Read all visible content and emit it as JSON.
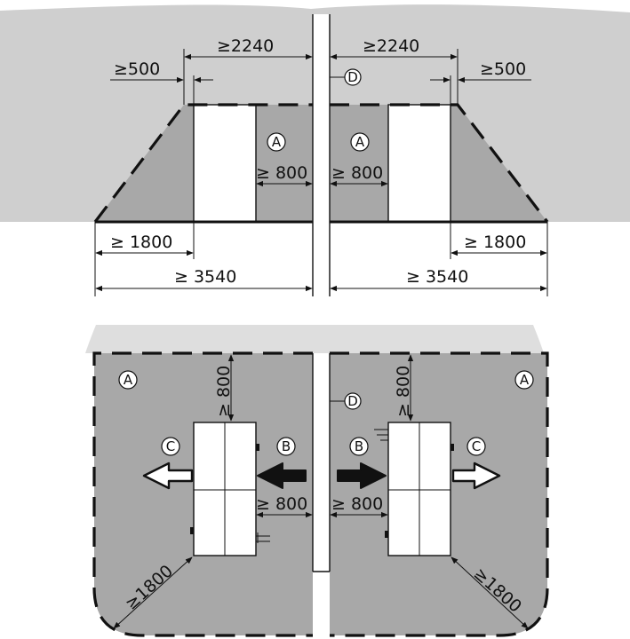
{
  "top_view": {
    "dims": {
      "wall_left": "≥2240",
      "wall_right": "≥2240",
      "edge_left": "≥500",
      "edge_right": "≥500",
      "gap_left": "≥ 800",
      "gap_right": "≥ 800",
      "base_left": "≥ 1800",
      "base_right": "≥ 1800",
      "total_left": "≥ 3540",
      "total_right": "≥ 3540"
    },
    "markers": {
      "zone_left": "A",
      "zone_right": "A",
      "wall": "D"
    }
  },
  "bottom_view": {
    "dims": {
      "top_left": "≥ 800",
      "top_right": "≥ 800",
      "mid_left": "≥ 800",
      "mid_right": "≥ 800",
      "diag_left": "≥1800",
      "diag_right": "≥1800"
    },
    "markers": {
      "zone_left": "A",
      "zone_right": "A",
      "intake_left": "B",
      "intake_right": "B",
      "exhaust_left": "C",
      "exhaust_right": "C",
      "wall": "D"
    }
  },
  "colors": {
    "background_gray": "#cfcfcf",
    "zone_gray": "#a8a8a8",
    "light_band": "#dedede",
    "unit_white": "#ffffff",
    "ink": "#111111"
  }
}
